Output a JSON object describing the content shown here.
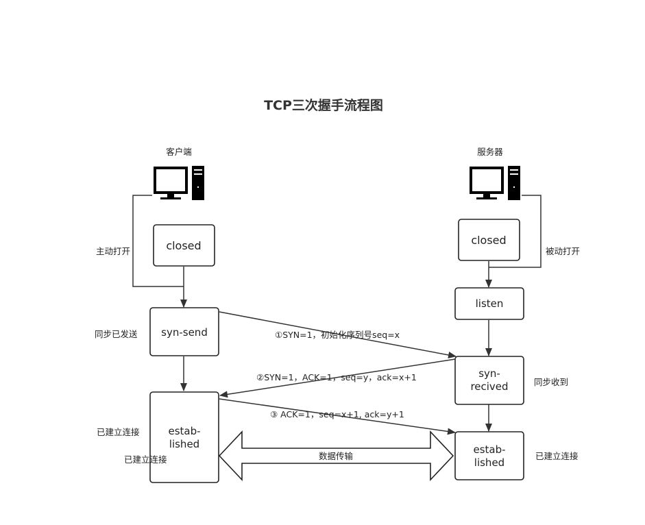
{
  "title": "TCP三次握手流程图",
  "client": {
    "label": "客户端",
    "states": {
      "closed": "closed",
      "syn_send": "syn-send",
      "established_line1": "estab-",
      "established_line2": "lished"
    },
    "annotations": {
      "active_open": "主动打开",
      "syn_sent": "同步已发送",
      "established_a": "已建立连接",
      "established_b": "已建立连接"
    }
  },
  "server": {
    "label": "服务器",
    "states": {
      "closed": "closed",
      "listen": "listen",
      "syn_recived_line1": "syn-",
      "syn_recived_line2": "recived",
      "established_line1": "estab-",
      "established_line2": "lished"
    },
    "annotations": {
      "passive_open": "被动打开",
      "syn_received": "同步收到",
      "established": "已建立连接"
    }
  },
  "messages": {
    "step1": "①SYN=1，初始化序列号seq=x",
    "step2": "②SYN=1，ACK=1，seq=y，ack=x+1",
    "step3": "③ ACK=1，seq=x+1, ack=y+1",
    "data_transfer": "数据传输"
  },
  "icons": [
    "computer-icon",
    "server-tower-icon"
  ]
}
